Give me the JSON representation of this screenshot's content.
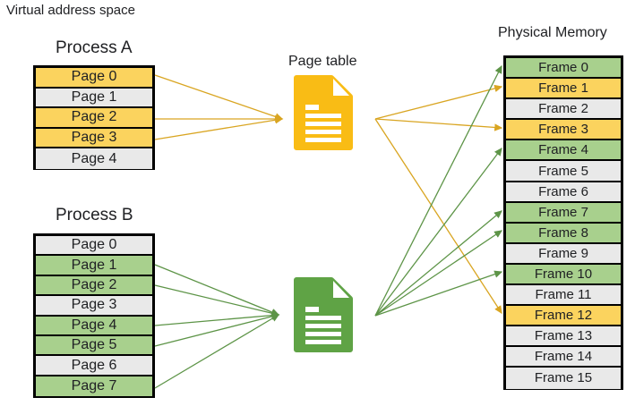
{
  "diagram": {
    "title_virtual": "Virtual address space",
    "title_physical": "Physical Memory",
    "title_pagetable": "Page table",
    "colors": {
      "yellow": "#fbd35e",
      "green": "#a8d08d",
      "gray": "#e9e9e9",
      "yellow_stroke": "#d9a521",
      "green_stroke": "#5d9447",
      "yellow_icon": "#f9bc15",
      "green_icon": "#5fa345",
      "border": "#000000"
    }
  },
  "process_a": {
    "label": "Process A",
    "rows": [
      {
        "label": "Page 0",
        "state": "mapped",
        "color": "yellow"
      },
      {
        "label": "Page 1",
        "state": "unmapped",
        "color": "gray"
      },
      {
        "label": "Page 2",
        "state": "mapped",
        "color": "yellow"
      },
      {
        "label": "Page 3",
        "state": "mapped",
        "color": "yellow"
      },
      {
        "label": "Page 4",
        "state": "unmapped",
        "color": "gray"
      }
    ]
  },
  "process_b": {
    "label": "Process B",
    "rows": [
      {
        "label": "Page 0",
        "state": "unmapped",
        "color": "gray"
      },
      {
        "label": "Page 1",
        "state": "mapped",
        "color": "green"
      },
      {
        "label": "Page 2",
        "state": "mapped",
        "color": "green"
      },
      {
        "label": "Page 3",
        "state": "unmapped",
        "color": "gray"
      },
      {
        "label": "Page 4",
        "state": "mapped",
        "color": "green"
      },
      {
        "label": "Page 5",
        "state": "mapped",
        "color": "green"
      },
      {
        "label": "Page 6",
        "state": "unmapped",
        "color": "gray"
      },
      {
        "label": "Page 7",
        "state": "mapped",
        "color": "green"
      }
    ]
  },
  "physical_memory": {
    "label": "Physical Memory",
    "rows": [
      {
        "label": "Frame 0",
        "state": "allocated",
        "color": "green"
      },
      {
        "label": "Frame 1",
        "state": "allocated",
        "color": "yellow"
      },
      {
        "label": "Frame 2",
        "state": "free",
        "color": "gray"
      },
      {
        "label": "Frame 3",
        "state": "allocated",
        "color": "yellow"
      },
      {
        "label": "Frame 4",
        "state": "allocated",
        "color": "green"
      },
      {
        "label": "Frame 5",
        "state": "free",
        "color": "gray"
      },
      {
        "label": "Frame 6",
        "state": "free",
        "color": "gray"
      },
      {
        "label": "Frame 7",
        "state": "allocated",
        "color": "green"
      },
      {
        "label": "Frame 8",
        "state": "allocated",
        "color": "green"
      },
      {
        "label": "Frame 9",
        "state": "free",
        "color": "gray"
      },
      {
        "label": "Frame 10",
        "state": "allocated",
        "color": "green"
      },
      {
        "label": "Frame 11",
        "state": "free",
        "color": "gray"
      },
      {
        "label": "Frame 12",
        "state": "allocated",
        "color": "yellow"
      },
      {
        "label": "Frame 13",
        "state": "free",
        "color": "gray"
      },
      {
        "label": "Frame 14",
        "state": "free",
        "color": "gray"
      },
      {
        "label": "Frame 15",
        "state": "free",
        "color": "gray"
      }
    ]
  },
  "page_tables": [
    {
      "id": "page-table-a",
      "owner": "Process A",
      "icon": "document-icon",
      "color": "yellow"
    },
    {
      "id": "page-table-b",
      "owner": "Process B",
      "icon": "document-icon",
      "color": "green"
    }
  ],
  "mappings": {
    "process_a": [
      {
        "page": "Page 0",
        "frame": "Frame 1"
      },
      {
        "page": "Page 2",
        "frame": "Frame 3"
      },
      {
        "page": "Page 3",
        "frame": "Frame 12"
      }
    ],
    "process_b": [
      {
        "page": "Page 1",
        "frame": "Frame 0"
      },
      {
        "page": "Page 2",
        "frame": "Frame 4"
      },
      {
        "page": "Page 4",
        "frame": "Frame 7"
      },
      {
        "page": "Page 5",
        "frame": "Frame 8"
      },
      {
        "page": "Page 7",
        "frame": "Frame 10"
      }
    ]
  }
}
